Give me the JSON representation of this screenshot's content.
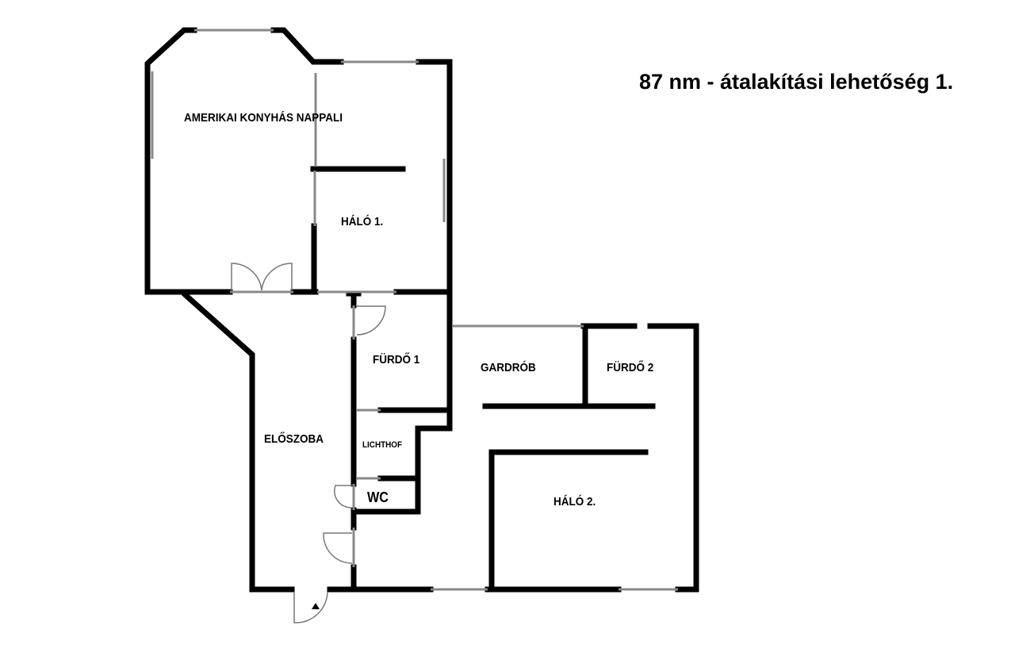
{
  "title": "87 nm - átalakítási lehetőség 1.",
  "rooms": {
    "living": "AMERIKAI KONYHÁS NAPPALI",
    "bedroom1": "HÁLÓ 1.",
    "bath1": "FÜRDŐ 1",
    "wardrobe": "GARDRÓB",
    "bath2": "FÜRDŐ 2",
    "hall": "ELŐSZOBA",
    "lightwell": "LICHTHOF",
    "wc": "WC",
    "bedroom2": "HÁLÓ 2."
  }
}
